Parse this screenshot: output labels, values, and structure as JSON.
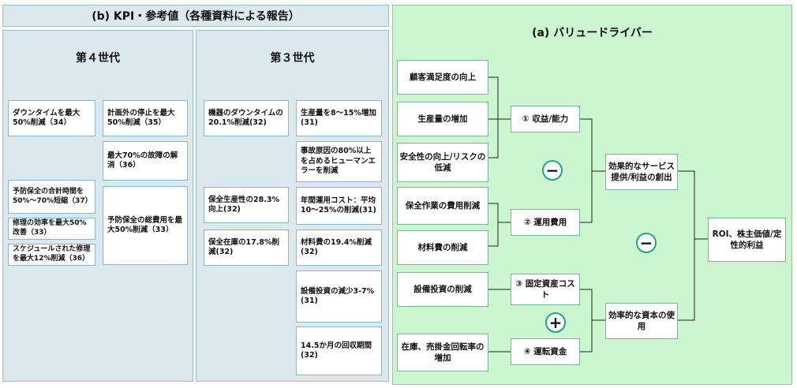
{
  "panel_b": {
    "title": "(b) KPI・参考値（各種資料による報告）",
    "gen4": {
      "title": "第４世代",
      "items": [
        "ダウンタイムを最大50%削減（34）",
        "計画外の停止を最大50%削減（35）",
        "最大70%の故障の解消（36）",
        "予防保全の合計時間を50%～70%短縮（37）",
        "修理の効率を最大50%改善（33）",
        "スケジュールされた修理を最大12%削減（36）",
        "予防保全の総費用を最大50%削減（33）"
      ]
    },
    "gen3": {
      "title": "第３世代",
      "items": [
        "機器のダウンタイムの20.1%削減(32)",
        "生産量を8～15%増加(31)",
        "事故原因の80%以上を占めるヒューマンエラーを削減",
        "保全生産性の28.3%向上(32)",
        "年間運用コスト：平均10～25%の削減(31)",
        "保全在庫の17.8%削減(32)",
        "材料費の19.4%削減(32)",
        "設備投資の減少3-7%(31)",
        "14.5か月の回収期間(32)"
      ]
    }
  },
  "panel_a": {
    "title": "(a) バリュードライバー",
    "drivers": [
      "顧客満足度の向上",
      "生産量の増加",
      "安全性の向上/リスクの低減",
      "保全作業の費用削減",
      "材料費の削減",
      "設備投資の削減",
      "在庫、売掛金回転率の増加"
    ],
    "categories": [
      "① 収益/能力",
      "② 運用費用",
      "③ 固定資産コスト",
      "④ 運転資金"
    ],
    "outcomes": [
      "効果的なサービス提供/利益の創出",
      "効率的な資本の使用"
    ],
    "final": "ROI、株主価値/定性的利益",
    "operators": {
      "minus": "−",
      "plus": "+"
    }
  }
}
